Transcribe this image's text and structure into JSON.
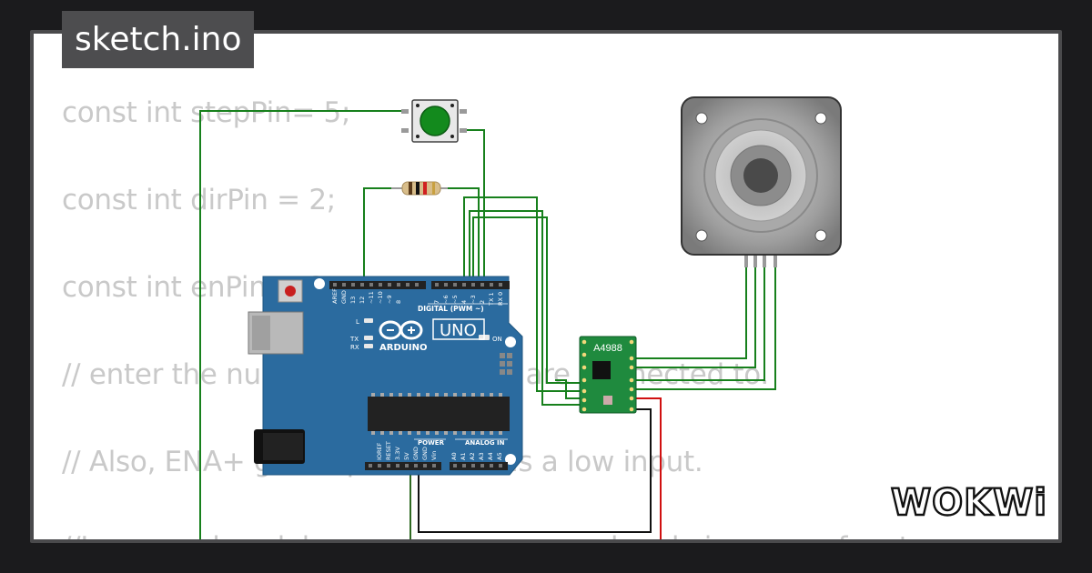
{
  "title": "sketch.ino",
  "code_lines": [
    "const int stepPin= 5;",
    "const int dirPin = 2;",
    "const int enPin = 8;",
    "// enter the number of pins wires are connected to.",
    "// Also, ENA+ goes up when it has a low input.",
    "//Less number delay means more speed and vice versa for steps"
  ],
  "board": {
    "brand": "ARDUINO",
    "model": "UNO",
    "digital_header": "DIGITAL (PWM ~)",
    "power_header": "POWER",
    "analog_header": "ANALOG IN",
    "on_label": "ON",
    "l_label": "L",
    "tx_label": "TX",
    "rx_label": "RX",
    "top_pins": [
      "AREF",
      "GND",
      "13",
      "12",
      "~11",
      "~10",
      "~9",
      "8",
      "7",
      "~6",
      "~5",
      "4",
      "~3",
      "2",
      "TX 1",
      "RX 0"
    ],
    "power_pins": [
      "IOREF",
      "RESET",
      "3.3V",
      "5V",
      "GND",
      "GND",
      "Vin"
    ],
    "analog_pins": [
      "A0",
      "A1",
      "A2",
      "A3",
      "A4",
      "A5"
    ]
  },
  "driver": {
    "label": "A4988"
  },
  "logo": {
    "text": "WOKWi"
  },
  "colors": {
    "wire_green": "#17801c",
    "wire_black": "#111111",
    "wire_red": "#d01010",
    "board_blue": "#2b6b9f",
    "driver_green": "#1f8a3e"
  }
}
